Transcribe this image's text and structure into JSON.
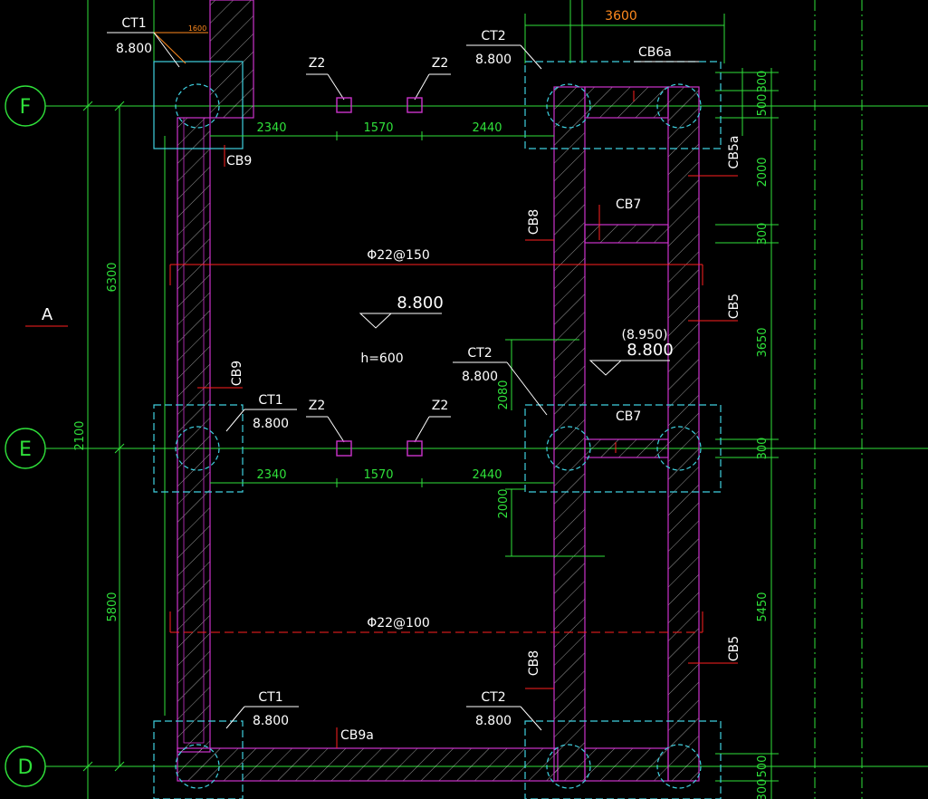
{
  "colors": {
    "background": "#000000",
    "dimension": "#2fe03a",
    "wall": "#cc33cc",
    "cap": "#3fd0e0",
    "rebar": "#ff2020",
    "text": "#ffffff",
    "accent": "#ff8a1e"
  },
  "grid": {
    "F": "F",
    "E": "E",
    "D": "D",
    "A": "A"
  },
  "caps": {
    "ct1": "CT1",
    "ct2": "CT2",
    "elev": "8.800",
    "width_small": "1600"
  },
  "piers": {
    "z2": "Z2"
  },
  "beams": {
    "cb9": "CB9",
    "cb9a": "CB9a",
    "cb6a": "CB6a",
    "cb5a": "CB5a",
    "cb5": "CB5",
    "cb7": "CB7",
    "cb8": "CB8"
  },
  "dims": {
    "d2340": "2340",
    "d1570": "1570",
    "d2440": "2440",
    "d3600": "3600",
    "d6300": "6300",
    "d5800": "5800",
    "d2100": "2100",
    "d2000": "2000",
    "d2080": "2080",
    "d3650": "3650",
    "d5450": "5450",
    "d300": "300",
    "d500": "500"
  },
  "slab": {
    "rebar_top": "Φ22@150",
    "rebar_bot": "Φ22@100",
    "level": "8.800",
    "thickness": "h=600",
    "level_alt": "(8.950)",
    "level_alt2": "8.800"
  }
}
